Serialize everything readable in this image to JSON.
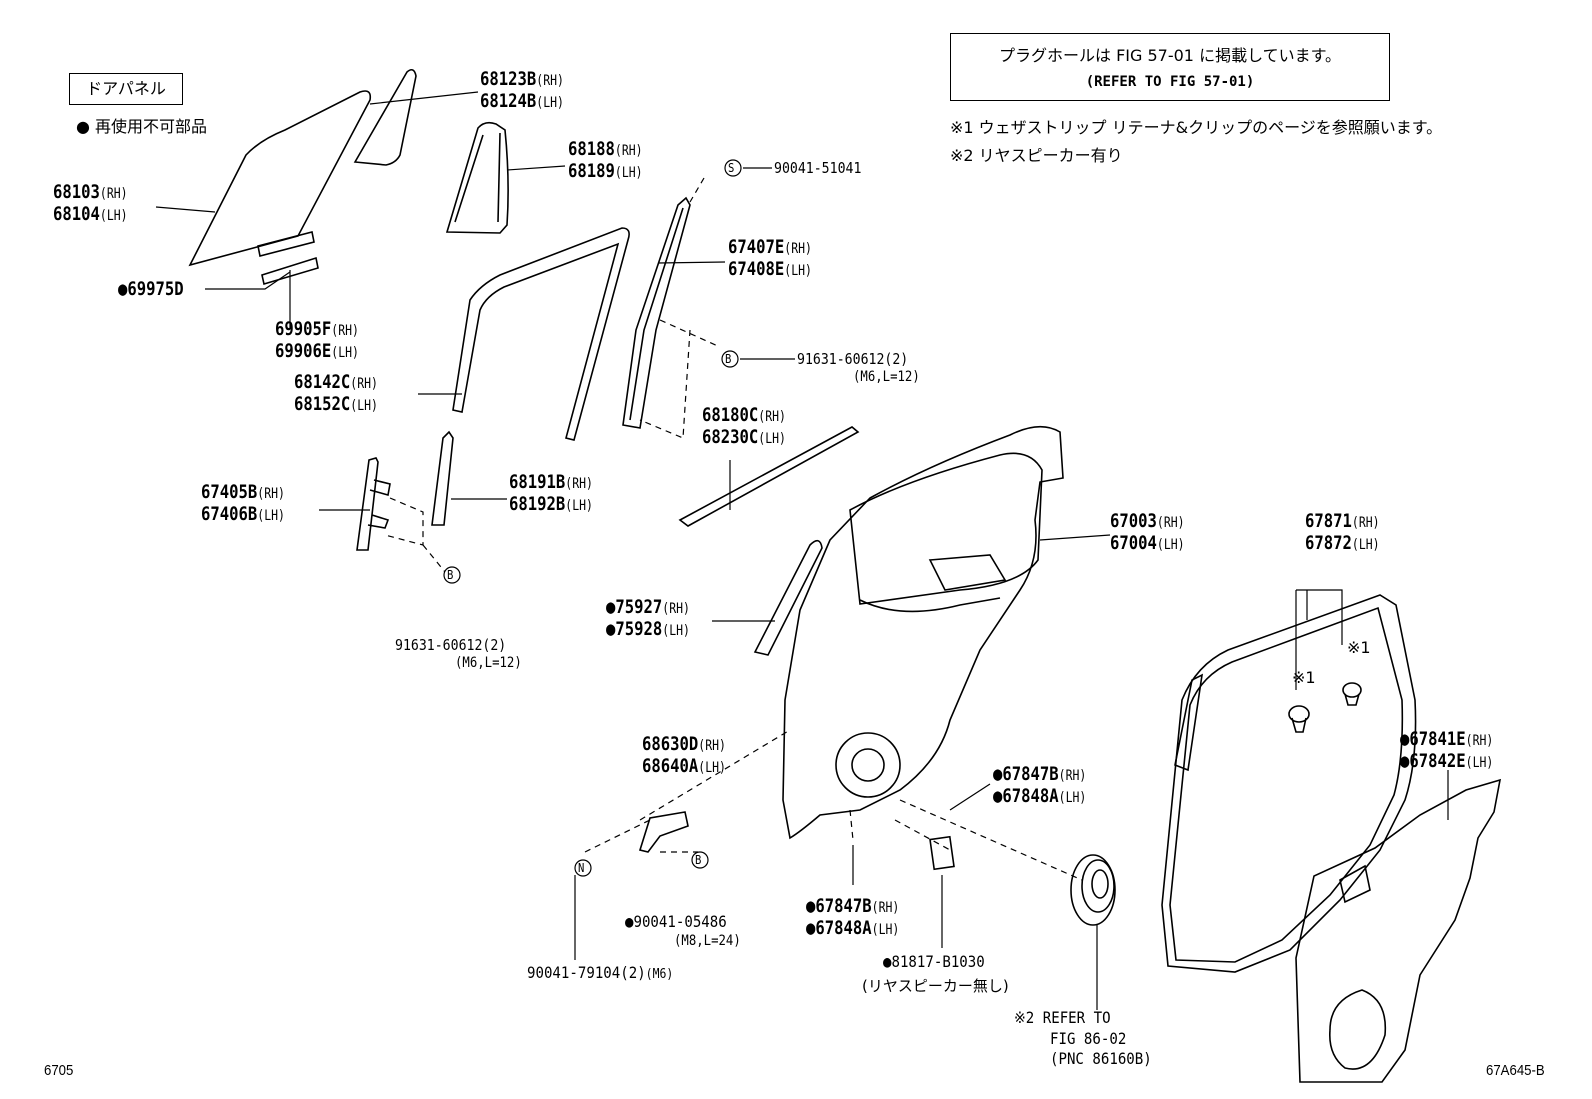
{
  "legend": {
    "title": "ドアパネル",
    "non_reusable_note": "● 再使用不可部品"
  },
  "note_box": {
    "line1": "プラグホールは FIG 57-01 に掲載しています。",
    "line2": "(REFER TO FIG 57-01)"
  },
  "notes": {
    "n1": "※1 ウェザストリップ リテーナ&クリップのページを参照願います。",
    "n2": "※2 リヤスピーカー有り"
  },
  "markers": {
    "s": "S",
    "b": "B",
    "n": "N"
  },
  "parts": {
    "p68123B": {
      "no": "68123B",
      "side": "(RH)"
    },
    "p68124B": {
      "no": "68124B",
      "side": "(LH)"
    },
    "p68188": {
      "no": "68188",
      "side": "(RH)"
    },
    "p68189": {
      "no": "68189",
      "side": "(LH)"
    },
    "p68103": {
      "no": "68103",
      "side": "(RH)"
    },
    "p68104": {
      "no": "68104",
      "side": "(LH)"
    },
    "p69975D": {
      "no": "●69975D"
    },
    "p69905F": {
      "no": "69905F",
      "side": "(RH)"
    },
    "p69906E": {
      "no": "69906E",
      "side": "(LH)"
    },
    "p90041_51041": {
      "no": "90041-51041"
    },
    "p67407E": {
      "no": "67407E",
      "side": "(RH)"
    },
    "p67408E": {
      "no": "67408E",
      "side": "(LH)"
    },
    "p91631_a": {
      "no": "91631-60612(2)",
      "spec": "(M6,L=12)"
    },
    "p68142C": {
      "no": "68142C",
      "side": "(RH)"
    },
    "p68152C": {
      "no": "68152C",
      "side": "(LH)"
    },
    "p68180C": {
      "no": "68180C",
      "side": "(RH)"
    },
    "p68230C": {
      "no": "68230C",
      "side": "(LH)"
    },
    "p68191B": {
      "no": "68191B",
      "side": "(RH)"
    },
    "p68192B": {
      "no": "68192B",
      "side": "(LH)"
    },
    "p67405B": {
      "no": "67405B",
      "side": "(RH)"
    },
    "p67406B": {
      "no": "67406B",
      "side": "(LH)"
    },
    "p91631_b": {
      "no": "91631-60612(2)",
      "spec": "(M6,L=12)"
    },
    "p67003": {
      "no": "67003",
      "side": "(RH)"
    },
    "p67004": {
      "no": "67004",
      "side": "(LH)"
    },
    "p67871": {
      "no": "67871",
      "side": "(RH)"
    },
    "p67872": {
      "no": "67872",
      "side": "(LH)"
    },
    "p75927": {
      "no": "●75927",
      "side": "(RH)"
    },
    "p75928": {
      "no": "●75928",
      "side": "(LH)"
    },
    "p68630D": {
      "no": "68630D",
      "side": "(RH)"
    },
    "p68640A": {
      "no": "68640A",
      "side": "(LH)"
    },
    "p67847B_a": {
      "no": "●67847B",
      "side": "(RH)"
    },
    "p67848A_a": {
      "no": "●67848A",
      "side": "(LH)"
    },
    "p67841E": {
      "no": "●67841E",
      "side": "(RH)"
    },
    "p67842E": {
      "no": "●67842E",
      "side": "(LH)"
    },
    "p90041_05486": {
      "no": "●90041-05486",
      "spec": "(M8,L=24)"
    },
    "p67847B_b": {
      "no": "●67847B",
      "side": "(RH)"
    },
    "p67848A_b": {
      "no": "●67848A",
      "side": "(LH)"
    },
    "p90041_79104": {
      "no": "90041-79104(2)",
      "spec": "(M6)"
    },
    "p81817": {
      "no": "●81817-B1030",
      "spec": "(リヤスピーカー無し)"
    },
    "refer86": {
      "l1": "※2 REFER TO",
      "l2": "FIG 86-02",
      "l3": "(PNC 86160B)"
    },
    "note1_a": "※1",
    "note1_b": "※1"
  },
  "footer": {
    "left_code": "6705",
    "right_code": "67A645-B"
  }
}
